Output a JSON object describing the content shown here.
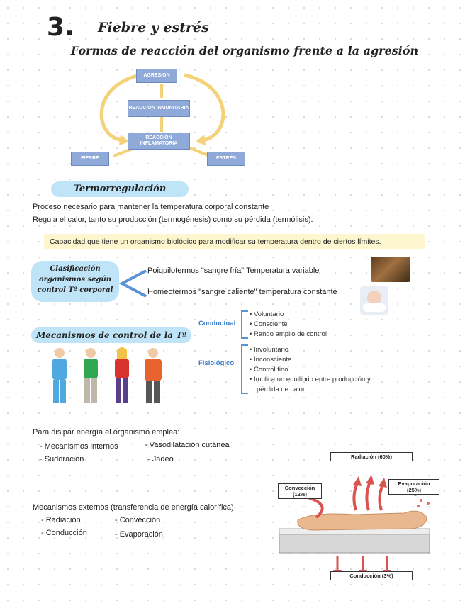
{
  "header": {
    "number": "3.",
    "title": "Fiebre y estrés",
    "subtitle": "Formas de reacción del organismo frente a la agresión"
  },
  "diagram": {
    "agresion": "AGRESIÓN",
    "inmunitaria": "REACCIÓN INMUNITARIA",
    "inflamatoria": "REACCIÓN INFLAMATORIA",
    "fiebre": "FIEBRE",
    "estres": "ESTRÉS"
  },
  "termorregulacion": {
    "heading": "Termorregulación",
    "line1": "Proceso necesario para mantener la temperatura corporal constante",
    "line2": "Regula el calor, tanto su producción (termogénesis) como su pérdida (termólisis).",
    "definition": "Capacidad que tiene un organismo biológico para modificar su temperatura dentro de ciertos límites."
  },
  "clasificacion": {
    "label": [
      "Clasificación",
      "organismos según",
      "control Tª corporal"
    ],
    "poiquilo": "Poiquilotermos \"sangre fría\" Temperatura variable",
    "homeo": "Homeotermos \"sangre caliente\" temperatura constante"
  },
  "mecanismos": {
    "heading": "Mecanismos de control de la Tª",
    "conductual": "Conductual",
    "conductual_items": [
      "Voluntario",
      "Consciente",
      "Rango amplio de control"
    ],
    "fisiologico": "Fisiológico",
    "fisiologico_items": [
      "Involuntario",
      "Inconsciente",
      "Control fino",
      "Implica un equilibrio entre producción y",
      "pérdida de calor"
    ]
  },
  "disipar": {
    "intro": "Para disipar energía el organismo emplea:",
    "internos": "- Mecanismos internos",
    "vasodilatacion": "- Vasodilatación cutánea",
    "sudoracion": "- Sudoración",
    "jadeo": "- Jadeo",
    "externos": "Mecanismos externos (transferencia de energía calorífica)",
    "radiacion": "- Radiación",
    "conveccion": "- Convección",
    "conduccion": "- Conducción",
    "evaporacion": "- Evaporación"
  },
  "heat_figure": {
    "radiacion": "Radiación (60%)",
    "conveccion": "Convección (12%)",
    "evaporacion": "Evaporación (25%)",
    "conduccion": "Conducción (3%)"
  },
  "colors": {
    "box": "#8fa9d9",
    "pill": "#bfe4f7",
    "arrow": "#f3d27a",
    "bracket": "#5a93d6",
    "heat": "#d9534f"
  }
}
